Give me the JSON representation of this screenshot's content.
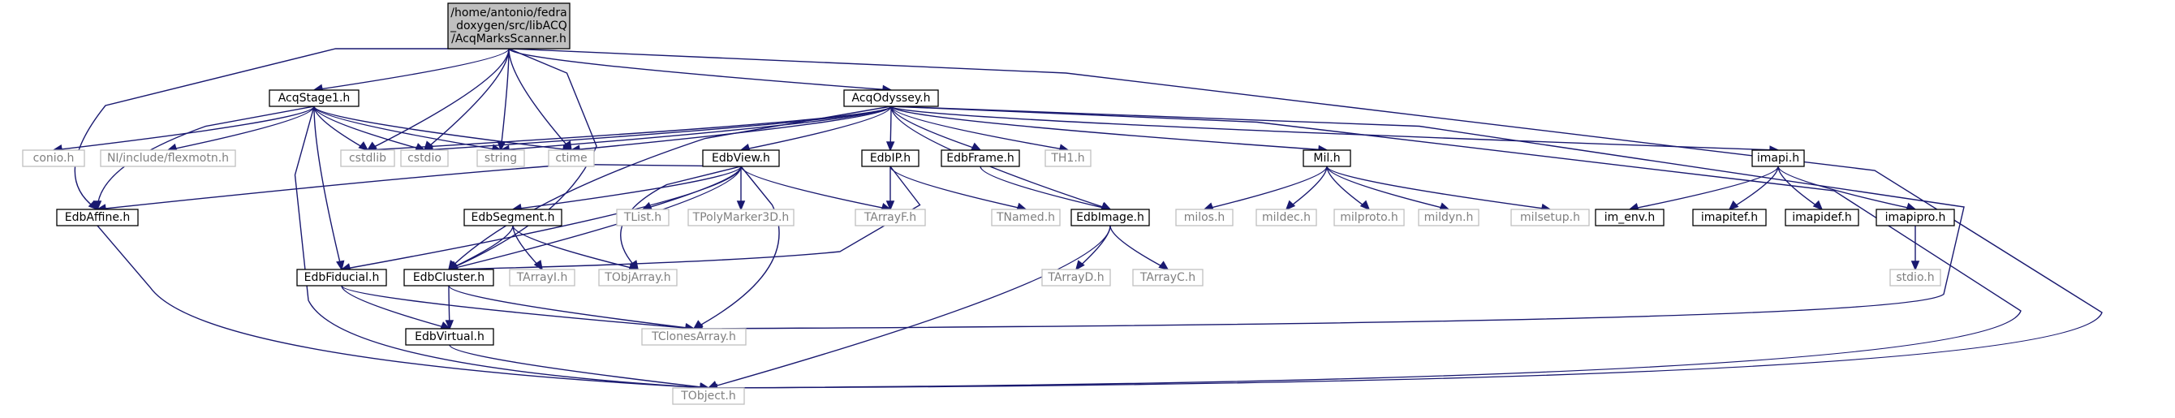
{
  "graph": {
    "colors": {
      "edge": "#191970",
      "root_fill": "#bfbfbf",
      "doc_border": "#000000",
      "ext_border": "#bfbfbf",
      "ext_text": "#808080",
      "doc_text": "#000000"
    },
    "nodes": [
      {
        "id": "root",
        "lines": [
          "/home/antonio/fedra",
          "_doxygen/src/libACQ",
          "/AcqMarksScanner.h"
        ],
        "kind": "root"
      },
      {
        "id": "acqstage1",
        "lines": [
          "AcqStage1.h"
        ],
        "kind": "doc"
      },
      {
        "id": "acqodyssey",
        "lines": [
          "AcqOdyssey.h"
        ],
        "kind": "doc"
      },
      {
        "id": "edbaffine",
        "lines": [
          "EdbAffine.h"
        ],
        "kind": "doc"
      },
      {
        "id": "conio",
        "lines": [
          "conio.h"
        ],
        "kind": "ext"
      },
      {
        "id": "flexmotn",
        "lines": [
          "NI/include/flexmotn.h"
        ],
        "kind": "ext"
      },
      {
        "id": "cstdlib",
        "lines": [
          "cstdlib"
        ],
        "kind": "ext"
      },
      {
        "id": "cstdio",
        "lines": [
          "cstdio"
        ],
        "kind": "ext"
      },
      {
        "id": "string",
        "lines": [
          "string"
        ],
        "kind": "ext"
      },
      {
        "id": "ctime",
        "lines": [
          "ctime"
        ],
        "kind": "ext"
      },
      {
        "id": "edbview",
        "lines": [
          "EdbView.h"
        ],
        "kind": "doc"
      },
      {
        "id": "edbip",
        "lines": [
          "EdbIP.h"
        ],
        "kind": "doc"
      },
      {
        "id": "edbframe",
        "lines": [
          "EdbFrame.h"
        ],
        "kind": "doc"
      },
      {
        "id": "th1",
        "lines": [
          "TH1.h"
        ],
        "kind": "ext"
      },
      {
        "id": "mil",
        "lines": [
          "Mil.h"
        ],
        "kind": "doc"
      },
      {
        "id": "imapi",
        "lines": [
          "imapi.h"
        ],
        "kind": "doc"
      },
      {
        "id": "edbsegment",
        "lines": [
          "EdbSegment.h"
        ],
        "kind": "doc"
      },
      {
        "id": "tlist",
        "lines": [
          "TList.h"
        ],
        "kind": "ext"
      },
      {
        "id": "tpolymarker3d",
        "lines": [
          "TPolyMarker3D.h"
        ],
        "kind": "ext"
      },
      {
        "id": "tarrayf",
        "lines": [
          "TArrayF.h"
        ],
        "kind": "ext"
      },
      {
        "id": "tnamed",
        "lines": [
          "TNamed.h"
        ],
        "kind": "ext"
      },
      {
        "id": "edbimage",
        "lines": [
          "EdbImage.h"
        ],
        "kind": "doc"
      },
      {
        "id": "milos",
        "lines": [
          "milos.h"
        ],
        "kind": "ext"
      },
      {
        "id": "mildec",
        "lines": [
          "mildec.h"
        ],
        "kind": "ext"
      },
      {
        "id": "milproto",
        "lines": [
          "milproto.h"
        ],
        "kind": "ext"
      },
      {
        "id": "mildyn",
        "lines": [
          "mildyn.h"
        ],
        "kind": "ext"
      },
      {
        "id": "milsetup",
        "lines": [
          "milsetup.h"
        ],
        "kind": "ext"
      },
      {
        "id": "im_env",
        "lines": [
          "im_env.h"
        ],
        "kind": "doc"
      },
      {
        "id": "imapitef",
        "lines": [
          "imapitef.h"
        ],
        "kind": "doc"
      },
      {
        "id": "imapidef",
        "lines": [
          "imapidef.h"
        ],
        "kind": "doc"
      },
      {
        "id": "imapipro",
        "lines": [
          "imapipro.h"
        ],
        "kind": "doc"
      },
      {
        "id": "edbfiducial",
        "lines": [
          "EdbFiducial.h"
        ],
        "kind": "doc"
      },
      {
        "id": "edbcluster",
        "lines": [
          "EdbCluster.h"
        ],
        "kind": "doc"
      },
      {
        "id": "tarrayi",
        "lines": [
          "TArrayI.h"
        ],
        "kind": "ext"
      },
      {
        "id": "tobjarray",
        "lines": [
          "TObjArray.h"
        ],
        "kind": "ext"
      },
      {
        "id": "tarrayd",
        "lines": [
          "TArrayD.h"
        ],
        "kind": "ext"
      },
      {
        "id": "tarrayc",
        "lines": [
          "TArrayC.h"
        ],
        "kind": "ext"
      },
      {
        "id": "stdio",
        "lines": [
          "stdio.h"
        ],
        "kind": "ext"
      },
      {
        "id": "edbvirtual",
        "lines": [
          "EdbVirtual.h"
        ],
        "kind": "doc"
      },
      {
        "id": "tclonesarray",
        "lines": [
          "TClonesArray.h"
        ],
        "kind": "ext"
      },
      {
        "id": "tobject",
        "lines": [
          "TObject.h"
        ],
        "kind": "ext"
      }
    ],
    "edges": [
      [
        "root",
        "acqstage1"
      ],
      [
        "root",
        "acqodyssey"
      ],
      [
        "root",
        "edbaffine"
      ],
      [
        "root",
        "cstdlib"
      ],
      [
        "root",
        "cstdio"
      ],
      [
        "root",
        "string"
      ],
      [
        "root",
        "ctime"
      ],
      [
        "root",
        "edbcluster"
      ],
      [
        "root",
        "tobject"
      ],
      [
        "acqstage1",
        "edbaffine"
      ],
      [
        "acqstage1",
        "conio"
      ],
      [
        "acqstage1",
        "flexmotn"
      ],
      [
        "acqstage1",
        "cstdlib"
      ],
      [
        "acqstage1",
        "cstdio"
      ],
      [
        "acqstage1",
        "string"
      ],
      [
        "acqstage1",
        "ctime"
      ],
      [
        "acqstage1",
        "edbfiducial"
      ],
      [
        "acqstage1",
        "tobject"
      ],
      [
        "acqodyssey",
        "cstdlib"
      ],
      [
        "acqodyssey",
        "cstdio"
      ],
      [
        "acqodyssey",
        "string"
      ],
      [
        "acqodyssey",
        "ctime"
      ],
      [
        "acqodyssey",
        "edbview"
      ],
      [
        "acqodyssey",
        "edbip"
      ],
      [
        "acqodyssey",
        "edbframe"
      ],
      [
        "acqodyssey",
        "th1"
      ],
      [
        "acqodyssey",
        "edbimage"
      ],
      [
        "acqodyssey",
        "mil"
      ],
      [
        "acqodyssey",
        "imapi"
      ],
      [
        "acqodyssey",
        "edbcluster"
      ],
      [
        "acqodyssey",
        "tclonesarray"
      ],
      [
        "acqodyssey",
        "tobject"
      ],
      [
        "edbaffine",
        "tobject"
      ],
      [
        "edbview",
        "edbaffine"
      ],
      [
        "edbview",
        "edbsegment"
      ],
      [
        "edbview",
        "tlist"
      ],
      [
        "edbview",
        "tpolymarker3d"
      ],
      [
        "edbview",
        "tarrayf"
      ],
      [
        "edbview",
        "edbfiducial"
      ],
      [
        "edbview",
        "edbcluster"
      ],
      [
        "edbview",
        "tobjarray"
      ],
      [
        "edbview",
        "tclonesarray"
      ],
      [
        "edbip",
        "tarrayf"
      ],
      [
        "edbip",
        "tnamed"
      ],
      [
        "edbip",
        "edbcluster"
      ],
      [
        "edbframe",
        "edbimage"
      ],
      [
        "edbimage",
        "tarrayd"
      ],
      [
        "edbimage",
        "tarrayc"
      ],
      [
        "edbimage",
        "tobject"
      ],
      [
        "mil",
        "milos"
      ],
      [
        "mil",
        "mildec"
      ],
      [
        "mil",
        "milproto"
      ],
      [
        "mil",
        "mildyn"
      ],
      [
        "mil",
        "milsetup"
      ],
      [
        "imapi",
        "im_env"
      ],
      [
        "imapi",
        "imapitef"
      ],
      [
        "imapi",
        "imapidef"
      ],
      [
        "imapi",
        "imapipro"
      ],
      [
        "imapipro",
        "stdio"
      ],
      [
        "edbsegment",
        "edbcluster"
      ],
      [
        "edbsegment",
        "tarrayi"
      ],
      [
        "edbsegment",
        "tobjarray"
      ],
      [
        "edbfiducial",
        "edbvirtual"
      ],
      [
        "edbfiducial",
        "tclonesarray"
      ],
      [
        "edbcluster",
        "edbvirtual"
      ],
      [
        "edbcluster",
        "tclonesarray"
      ],
      [
        "edbvirtual",
        "tobject"
      ]
    ]
  }
}
